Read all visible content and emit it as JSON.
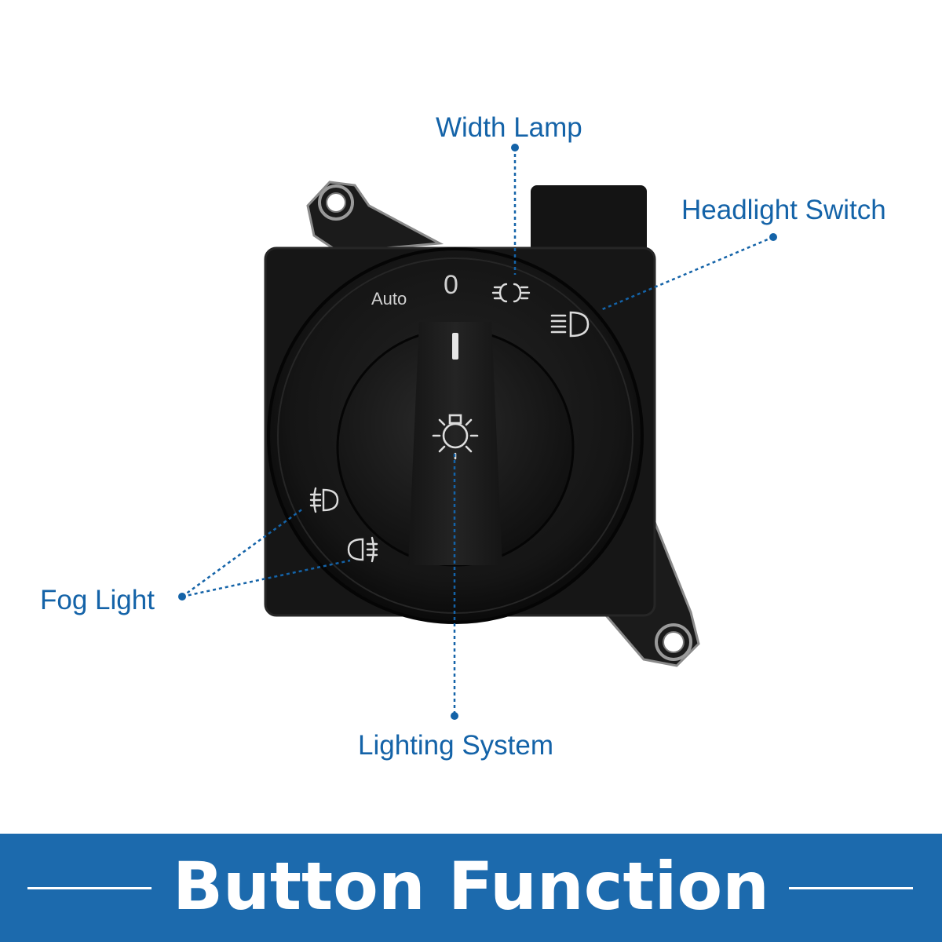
{
  "callouts": {
    "width_lamp": "Width Lamp",
    "headlight_switch": "Headlight Switch",
    "fog_light": "Fog Light",
    "lighting_system": "Lighting System"
  },
  "dial": {
    "auto_label": "Auto",
    "off_label": "0"
  },
  "banner": {
    "title": "Button Function"
  },
  "colors": {
    "accent": "#1463a8",
    "banner_bg": "#1c6aad",
    "switch_body": "#121212",
    "label_white": "#e6e6e6"
  },
  "icons": [
    "width-lamp-icon",
    "headlight-icon",
    "front-fog-light-icon",
    "rear-fog-light-icon",
    "lighting-system-icon"
  ]
}
